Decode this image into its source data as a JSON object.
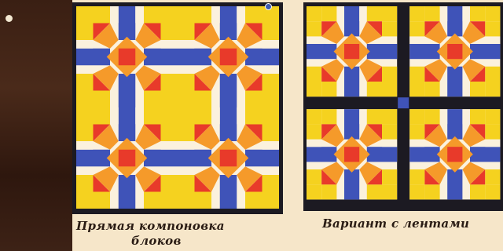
{
  "slide": {
    "bullet_icon": "bullet-dot"
  },
  "panels": [
    {
      "id": "direct",
      "caption_line1": "Прямая компоновка",
      "caption_line2": "блоков"
    },
    {
      "id": "ribbons",
      "caption": "Вариант с лентами"
    }
  ],
  "palette": {
    "yellow": "#f5d21f",
    "orange": "#f59a2a",
    "red": "#e83a2a",
    "blue": "#3f53b8",
    "cream": "#fbf1dd",
    "border": "#1c1a22"
  }
}
